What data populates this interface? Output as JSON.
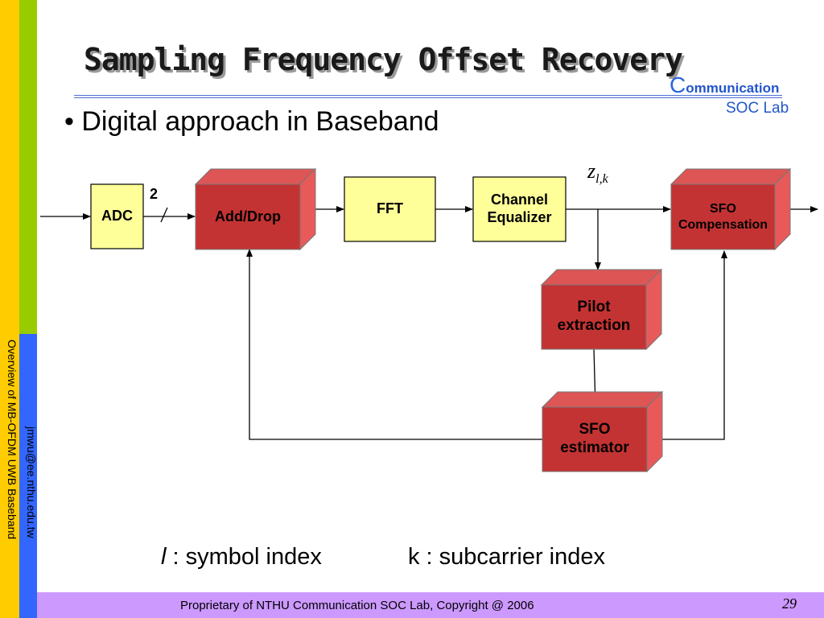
{
  "slide": {
    "title": "Sampling Frequency Offset Recovery",
    "bullet": "• Digital approach in Baseband",
    "side_text_outer": "Overview of MB-OFDM UWB Baseband",
    "side_text_inner": "jmwu@ee.nthu.edu.tw",
    "logo_c": "C",
    "logo_line1_rest": "ommunication",
    "logo_line2": "SOC Lab"
  },
  "diagram": {
    "adc": "ADC",
    "add_drop": "Add/Drop",
    "fft": "FFT",
    "channel_equalizer": [
      "Channel",
      "Equalizer"
    ],
    "sfo_compensation": [
      "SFO",
      "Compensation"
    ],
    "pilot_extraction": [
      "Pilot",
      "extraction"
    ],
    "sfo_estimator": [
      "SFO",
      "estimator"
    ],
    "bus_width": "2",
    "signal_z": "z",
    "signal_sub": "l,k"
  },
  "legend": {
    "l_var": "l",
    "l_text": " : symbol index",
    "k_text": "k : subcarrier index"
  },
  "footer": {
    "text": "Proprietary of NTHU Communication SOC Lab, Copyright @ 2006",
    "page": "29"
  },
  "colors": {
    "box_yellow": "#ffff99",
    "box_red": "#cc3333",
    "footer": "#cc99ff",
    "bar_yellow": "#ffcc00",
    "bar_green": "#99cc00",
    "bar_blue": "#3366ff"
  }
}
